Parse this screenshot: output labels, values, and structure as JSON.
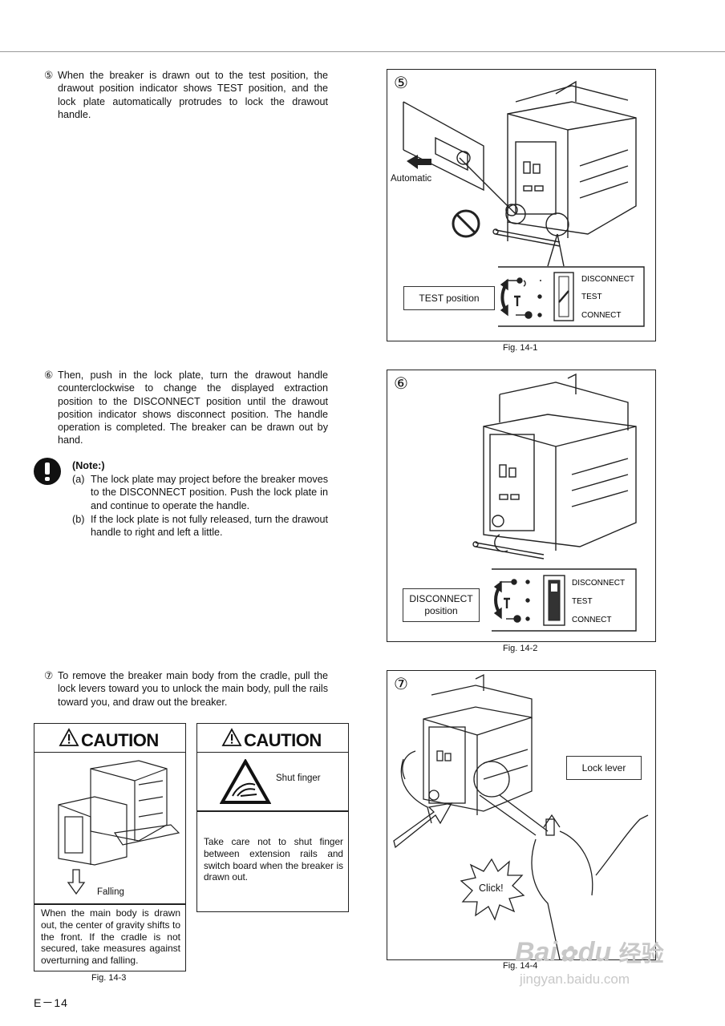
{
  "step5": {
    "num": "⑤",
    "text": "When the breaker is drawn out to the test position, the drawout position indicator shows TEST position, and the lock plate automatically protrudes to lock the drawout handle."
  },
  "step6": {
    "num": "⑥",
    "text": "Then, push in the lock plate, turn the drawout handle counterclockwise to change the displayed extraction position to the DISCONNECT position until the drawout position indicator shows disconnect position.  The handle operation is completed.  The breaker can be drawn out by hand."
  },
  "note": {
    "title": "(Note:)",
    "items": [
      {
        "label": "(a)",
        "text": "The lock plate may project before the breaker moves to the DISCONNECT position.  Push the lock plate in and continue to operate the handle."
      },
      {
        "label": "(b)",
        "text": "If the lock plate is not fully released, turn the drawout handle to right and left a little."
      }
    ]
  },
  "step7": {
    "num": "⑦",
    "text": "To remove the breaker main body from the cradle, pull the lock levers toward you to unlock the main body, pull the rails toward you, and draw out the breaker."
  },
  "fig1": {
    "num": "⑤",
    "automatic": "Automatic",
    "label": "TEST position",
    "caption": "Fig. 14-1",
    "indicator": [
      "DISCONNECT",
      "TEST",
      "CONNECT"
    ]
  },
  "fig2": {
    "num": "⑥",
    "label_line1": "DISCONNECT",
    "label_line2": "position",
    "caption": "Fig. 14-2",
    "indicator": [
      "DISCONNECT",
      "TEST",
      "CONNECT"
    ]
  },
  "fig4": {
    "num": "⑦",
    "lock_lever": "Lock lever",
    "click": "Click!",
    "caption": "Fig. 14-4"
  },
  "caution1": {
    "word": "CAUTION",
    "falling": "Falling",
    "text": "When the main body is drawn out, the center of gravity shifts to the front.  If the cradle is not secured, take measures against overturning and falling.",
    "caption": "Fig. 14-3"
  },
  "caution2": {
    "word": "CAUTION",
    "shut_finger": "Shut finger",
    "text": "Take care not to shut finger between extension rails and switch board when the breaker is drawn out."
  },
  "page_number": "E－14",
  "watermark": {
    "logo": "Bai",
    "logo2": "du",
    "brand": "经验",
    "url": "jingyan.baidu.com"
  }
}
